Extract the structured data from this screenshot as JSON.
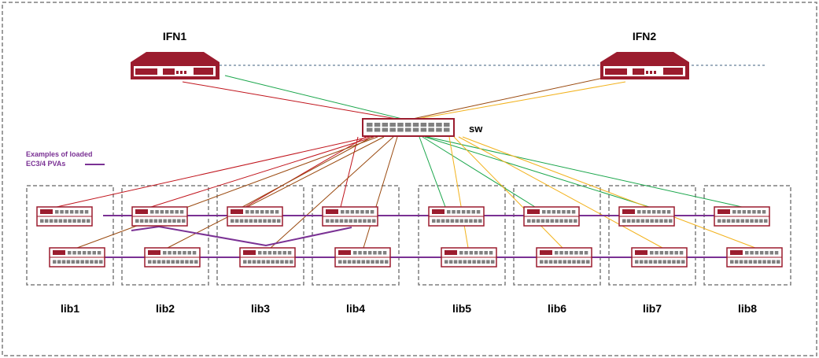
{
  "servers": [
    {
      "id": "ifn1",
      "label": "IFN1"
    },
    {
      "id": "ifn2",
      "label": "IFN2"
    }
  ],
  "switch": {
    "label": "sw"
  },
  "legend": {
    "line1": "Examples of loaded",
    "line2": "EC3/4 PVAs"
  },
  "libraries": [
    "lib1",
    "lib2",
    "lib3",
    "lib4",
    "lib5",
    "lib6",
    "lib7",
    "lib8"
  ],
  "colors": {
    "device": "#9b1c2e",
    "pva": "#7a3194",
    "ifn1_a": "#c0141c",
    "ifn1_b": "#1aa64b",
    "ifn2_a": "#9a4a10",
    "ifn2_b": "#f2b21c",
    "frame": "#7f7f7f",
    "text": "#000000"
  },
  "icons": {
    "server": "server-icon",
    "switch": "network-switch-icon",
    "node": "storage-node-icon"
  }
}
